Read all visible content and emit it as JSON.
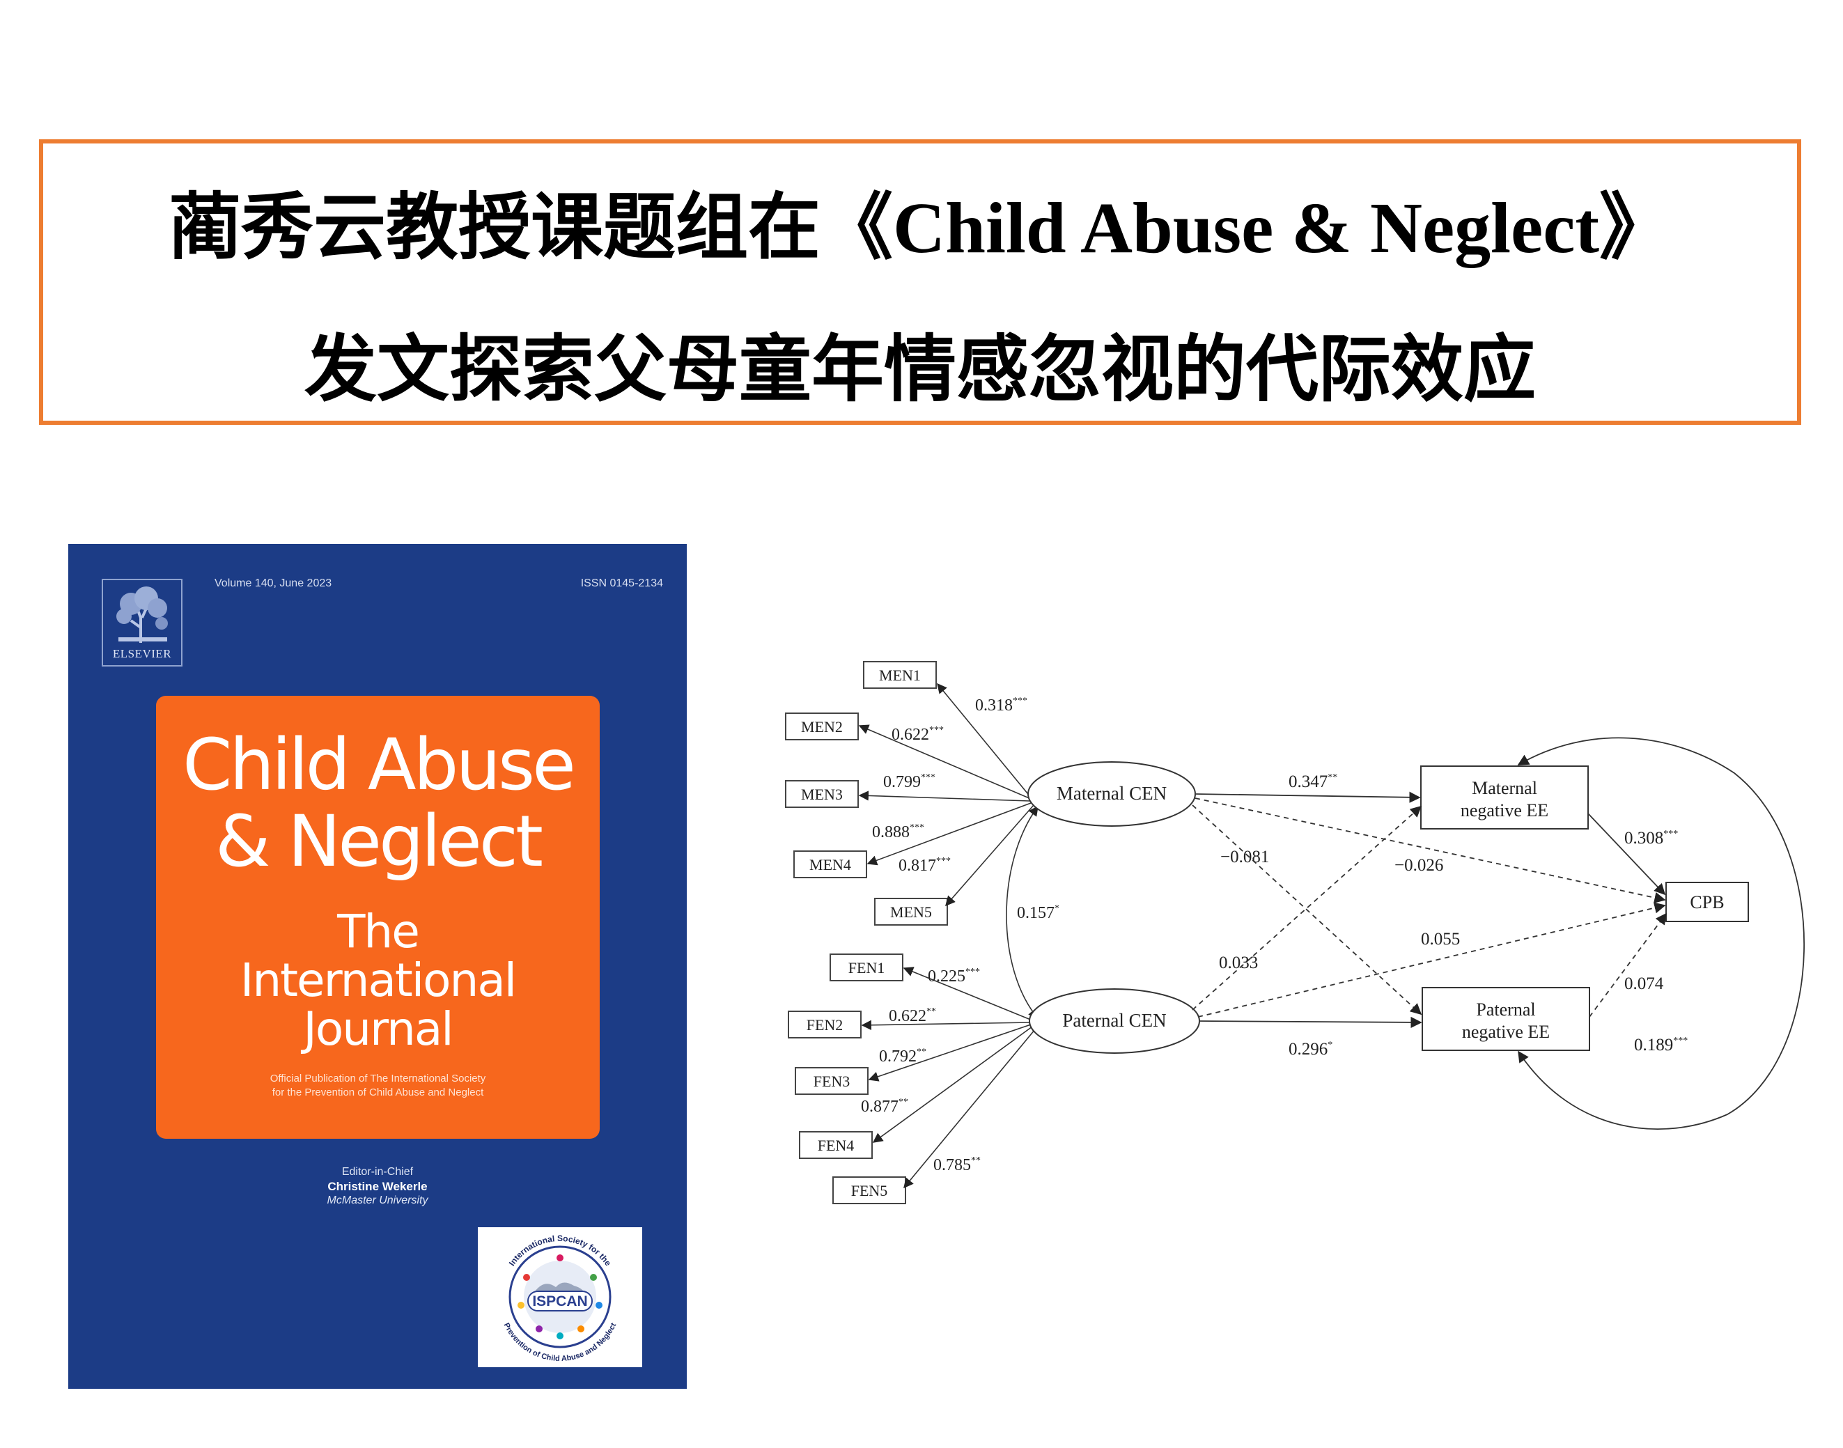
{
  "header": {
    "line1_prefix": "蔺秀云教授课题组在《",
    "line1_journal": "Child Abuse & Neglect",
    "line1_suffix": "》",
    "line2": "发文探索父母童年情感忽视的代际效应"
  },
  "colors": {
    "accent_border": "#ed7d31",
    "cover_blue": "#1c3c86",
    "cover_orange": "#f7671d"
  },
  "cover": {
    "publisher_logo": "ELSEVIER",
    "volume": "Volume 140, June 2023",
    "issn": "ISSN 0145-2134",
    "title_line1": "Child Abuse",
    "title_line2": "& Neglect",
    "subtitle_line1": "The",
    "subtitle_line2": "International",
    "subtitle_line3": "Journal",
    "official_line1": "Official Publication of The International Society",
    "official_line2": "for the Prevention of Child Abuse and Neglect",
    "editor_label": "Editor-in-Chief",
    "editor_name": "Christine Wekerle",
    "editor_affiliation": "McMaster University",
    "society_logo": "ISPCAN",
    "society_ring_top": "International Society for the",
    "society_ring_bottom": "Prevention of Child Abuse and Neglect"
  },
  "diagram": {
    "nodes": {
      "men1": "MEN1",
      "men2": "MEN2",
      "men3": "MEN3",
      "men4": "MEN4",
      "men5": "MEN5",
      "fen1": "FEN1",
      "fen2": "FEN2",
      "fen3": "FEN3",
      "fen4": "FEN4",
      "fen5": "FEN5",
      "maternal_cen": "Maternal CEN",
      "paternal_cen": "Paternal CEN",
      "maternal_ee_l1": "Maternal",
      "maternal_ee_l2": "negative EE",
      "paternal_ee_l1": "Paternal",
      "paternal_ee_l2": "negative EE",
      "cpb": "CPB"
    },
    "coefficients": {
      "men1": {
        "value": "0.318",
        "sig": "***"
      },
      "men2": {
        "value": "0.622",
        "sig": "***"
      },
      "men3": {
        "value": "0.799",
        "sig": "***"
      },
      "men4": {
        "value": "0.888",
        "sig": "***"
      },
      "men5": {
        "value": "0.817",
        "sig": "***"
      },
      "fen1": {
        "value": "0.225",
        "sig": "***"
      },
      "fen2": {
        "value": "0.622",
        "sig": "**"
      },
      "fen3": {
        "value": "0.792",
        "sig": "**"
      },
      "fen4": {
        "value": "0.877",
        "sig": "**"
      },
      "fen5": {
        "value": "0.785",
        "sig": "**"
      },
      "cen_cov": {
        "value": "0.157",
        "sig": "*"
      },
      "mcen_mee": {
        "value": "0.347",
        "sig": "**"
      },
      "mcen_pee": {
        "value": "−0.081",
        "sig": ""
      },
      "mcen_cpb": {
        "value": "−0.026",
        "sig": ""
      },
      "pcen_mee": {
        "value": "0.033",
        "sig": ""
      },
      "pcen_cpb": {
        "value": "0.055",
        "sig": ""
      },
      "pcen_pee": {
        "value": "0.296",
        "sig": "*"
      },
      "mee_cpb": {
        "value": "0.308",
        "sig": "***"
      },
      "pee_cpb": {
        "value": "0.074",
        "sig": ""
      },
      "ee_cov": {
        "value": "0.189",
        "sig": "***"
      }
    }
  }
}
